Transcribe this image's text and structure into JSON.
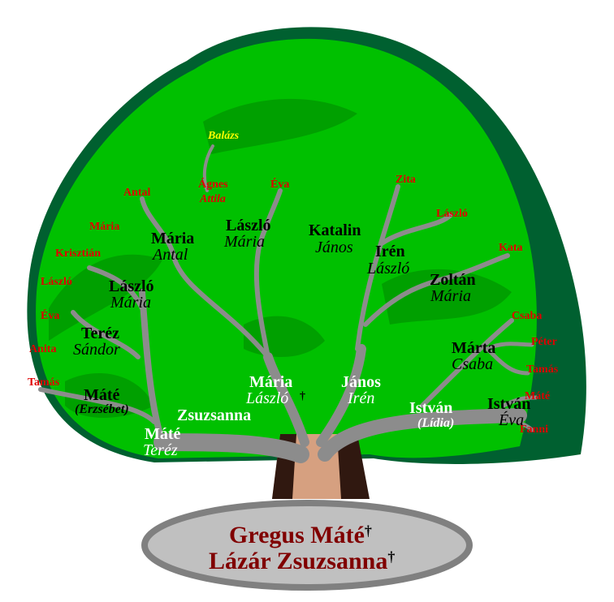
{
  "colors": {
    "leaf": "#00c000",
    "leaf_mid": "#00a000",
    "leaf_dark": "#006030",
    "branch": "#8c8c8c",
    "trunk": "#d6a080",
    "base": "#c0c0c0",
    "base_text": "#800000",
    "child": "#e00000"
  },
  "root": {
    "line1": "Gregus Máté",
    "line2": "Lázár Zsuzsanna",
    "cross": "†"
  },
  "gen1": {
    "mate": "Máté",
    "mate_spouse": "Teréz",
    "zsuzsanna": "Zsuzsanna",
    "maria": "Mária",
    "maria_spouse": "László",
    "maria_cross": "†",
    "janos": "János",
    "janos_spouse": "Irén",
    "istvan": "István",
    "istvan_spouse": "(Lídia)"
  },
  "gen2": {
    "maria_antal": [
      "Mária",
      "Antal"
    ],
    "laszlo_maria1": [
      "László",
      "Mária"
    ],
    "katalin_janos": [
      "Katalin",
      "János"
    ],
    "iren_laszlo": [
      "Irén",
      "László"
    ],
    "zoltan_maria": [
      "Zoltán",
      "Mária"
    ],
    "laszlo_maria2": [
      "László",
      "Mária"
    ],
    "terez_sandor": [
      "Teréz",
      "Sándor"
    ],
    "mate_erzsebet": [
      "Máté",
      "(Erzsébet)"
    ],
    "marta_csaba": [
      "Márta",
      "Csaba"
    ],
    "istvan_eva": [
      "István",
      "Éva"
    ]
  },
  "gen3": {
    "antal": "Antal",
    "agnes": "Ágnes",
    "attila": "Attila",
    "eva1": "Éva",
    "zita": "Zita",
    "laszlo1": "László",
    "maria": "Mária",
    "krisztian": "Krisztián",
    "kata": "Kata",
    "laszlo2": "László",
    "eva2": "Éva",
    "csaba": "Csaba",
    "anita": "Anita",
    "peter": "Péter",
    "tamas1": "Tamás",
    "tamas2": "Tamás",
    "mate": "Máté",
    "fanni": "Fanni"
  },
  "gen4": {
    "balazs": "Balázs"
  }
}
